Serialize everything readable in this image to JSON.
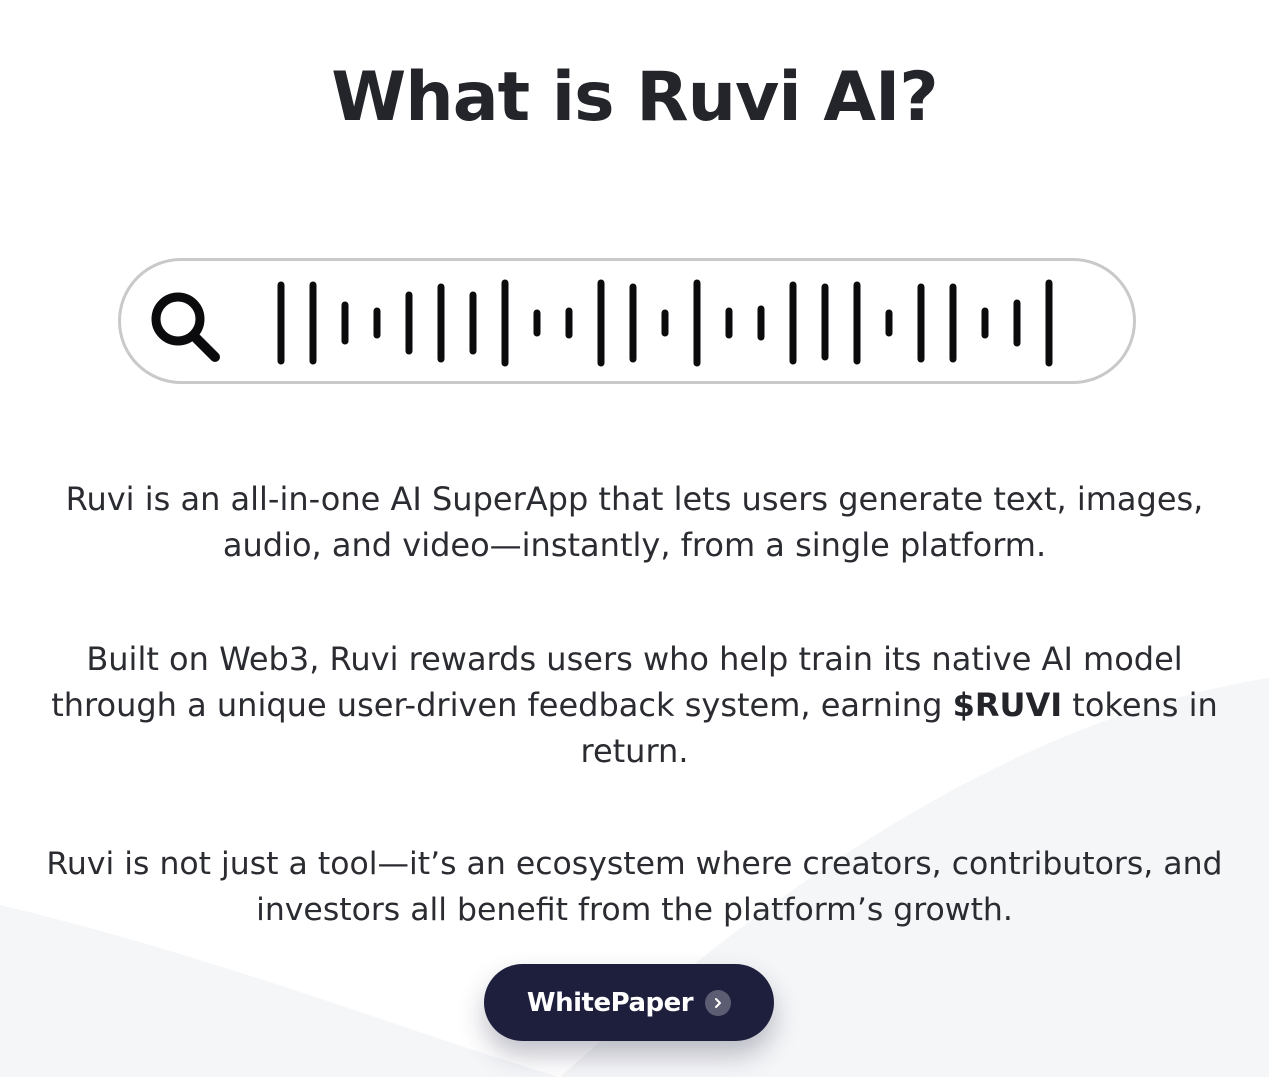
{
  "heading": "What is Ruvi AI?",
  "search_bar": {
    "icon": "search-icon",
    "visual": "voice-waveform"
  },
  "paragraphs": {
    "p1": "Ruvi is an all-in-one AI SuperApp that lets users generate text, images, audio, and video—instantly, from a single platform.",
    "p2_before": "Built on Web3, Ruvi rewards users who help train its native AI model through a unique user-driven feedback system, earning ",
    "p2_token": "$RUVI",
    "p2_after": " tokens in return.",
    "p3": "Ruvi is not just a tool—it’s an ecosystem where creators, contributors, and investors all benefit from the platform’s growth."
  },
  "cta": {
    "label": "WhitePaper",
    "icon": "chevron-right-icon"
  },
  "colors": {
    "heading": "#23252b",
    "text": "#2a2c31",
    "button_bg": "#1e1f3d",
    "button_text": "#ffffff",
    "search_border": "#c9c9c9",
    "wave_bg": "#f4f5f7"
  }
}
